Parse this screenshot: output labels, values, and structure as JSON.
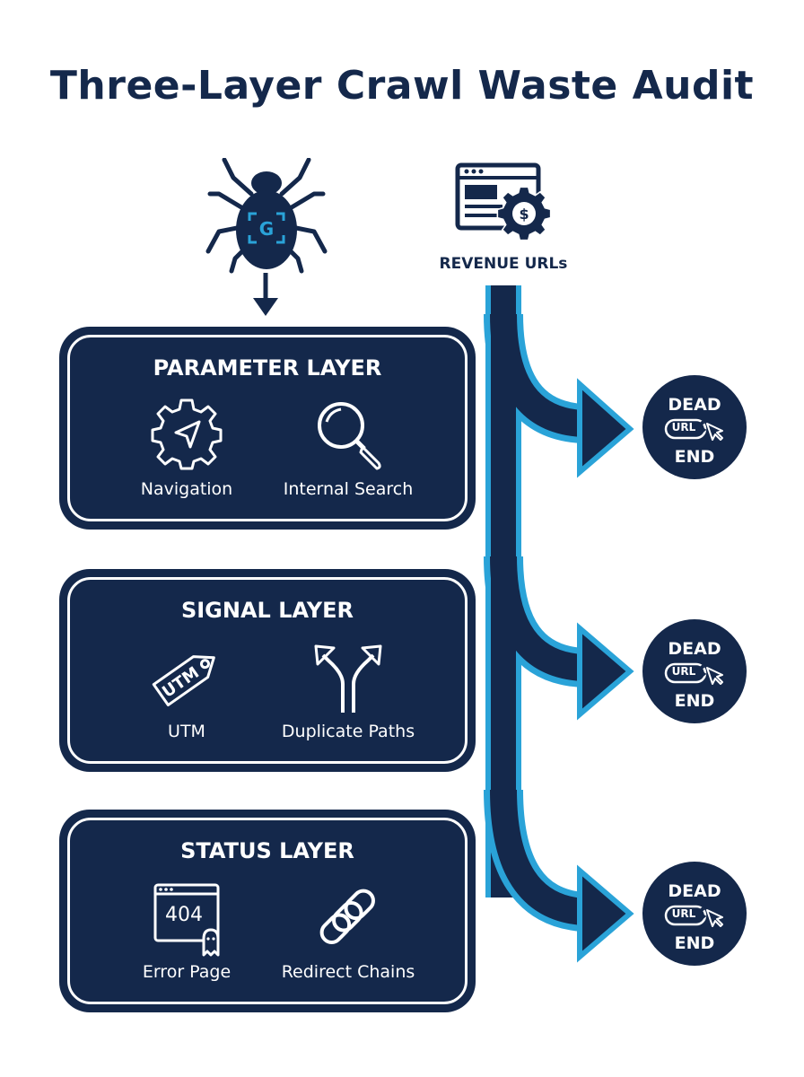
{
  "title": "Three-Layer Crawl Waste Audit",
  "crawler": {
    "icon": "spider-google-icon",
    "badge": "G"
  },
  "revenue": {
    "icon": "browser-dollar-gear-icon",
    "label": "REVENUE URLs"
  },
  "layers": [
    {
      "title": "PARAMETER LAYER",
      "items": [
        {
          "label": "Navigation",
          "icon": "gear-navigation-icon"
        },
        {
          "label": "Internal Search",
          "icon": "magnifier-icon"
        }
      ]
    },
    {
      "title": "SIGNAL LAYER",
      "items": [
        {
          "label": "UTM",
          "icon": "utm-tag-icon",
          "tag_text": "UTM"
        },
        {
          "label": "Duplicate Paths",
          "icon": "split-arrows-icon"
        }
      ]
    },
    {
      "title": "STATUS LAYER",
      "items": [
        {
          "label": "Error Page",
          "icon": "error-404-page-icon",
          "code_text": "404"
        },
        {
          "label": "Redirect Chains",
          "icon": "chain-link-icon"
        }
      ]
    }
  ],
  "dead_ends": [
    {
      "top": "DEAD",
      "pill": "URL",
      "bottom": "END"
    },
    {
      "top": "DEAD",
      "pill": "URL",
      "bottom": "END"
    },
    {
      "top": "DEAD",
      "pill": "URL",
      "bottom": "END"
    }
  ],
  "colors": {
    "navy": "#14284b",
    "accent": "#2aa3d8",
    "white": "#ffffff"
  }
}
